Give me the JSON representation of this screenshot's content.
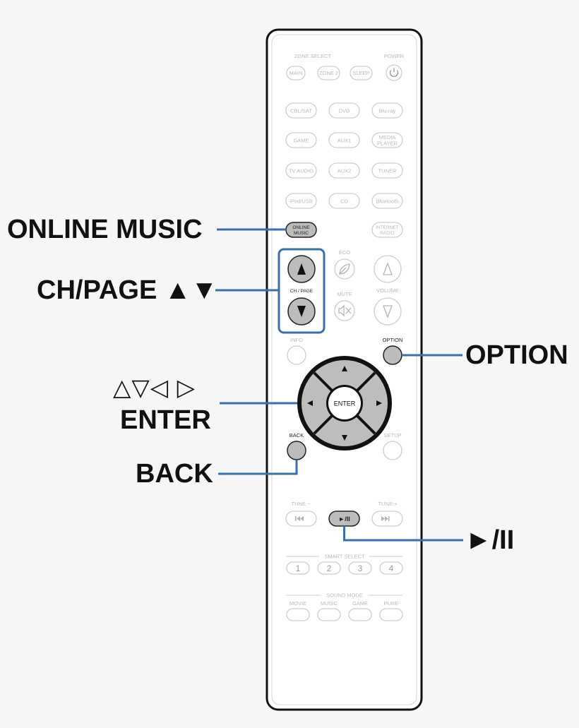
{
  "remote": {
    "zone_select": "ZONE SELECT",
    "power": "POWER",
    "main": "MAIN",
    "zone2": "ZONE 2",
    "sleep": "SLEEP",
    "cbl_sat": "CBL/SAT",
    "dvd": "DVD",
    "bluray": "Blu-ray",
    "game": "GAME",
    "aux1": "AUX1",
    "media_player_1": "MEDIA",
    "media_player_2": "PLAYER",
    "tv_audio": "TV AUDIO",
    "aux2": "AUX2",
    "tuner": "TUNER",
    "ipod_usb": "iPod/USB",
    "cd": "CD",
    "bluetooth": "Bluetooth",
    "online_music_1": "ONLINE",
    "online_music_2": "MUSIC",
    "internet_radio_1": "INTERNET",
    "internet_radio_2": "RADIO",
    "eco": "ECO",
    "ch_page": "CH / PAGE",
    "mute": "MUTE",
    "volume": "VOLUME",
    "info": "INFO",
    "option": "OPTION",
    "enter": "ENTER",
    "back": "BACK",
    "setup": "SETUP",
    "tune_minus": "TUNE −",
    "tune_plus": "TUNE +",
    "play_pause": "►/II",
    "smart_select": "SMART SELECT",
    "smart_1": "1",
    "smart_2": "2",
    "smart_3": "3",
    "smart_4": "4",
    "sound_mode": "SOUND MODE",
    "movie": "MOVIE",
    "music": "MUSIC",
    "game_mode": "GAME",
    "pure": "PURE"
  },
  "callouts": {
    "online_music": "ONLINE MUSIC",
    "ch_page": "CH/PAGE ▲▼",
    "cursor_symbols": "△▽◁ ▷",
    "enter": "ENTER",
    "back": "BACK",
    "option": "OPTION",
    "play_pause": "►/II"
  },
  "colors": {
    "leader_line": "#3a6fa8",
    "highlight_button": "#bdbdbd",
    "outline": "#cfcfcf",
    "remote_outline": "#111111"
  }
}
